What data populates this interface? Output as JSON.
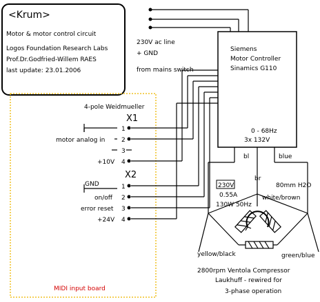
{
  "title_box": {
    "heading": "<Krum>",
    "subtitle": "Motor & motor control circuit",
    "org": "Logos Foundation Research Labs",
    "author": "Prof.Dr.Godfried-Willem RAES",
    "last_update": "last update:  23.01.2006"
  },
  "mains": {
    "line1": "230V ac line",
    "line2": "+ GND",
    "from": "from mains switch"
  },
  "controller": {
    "line1": "Siemens",
    "line2": "Motor Controller",
    "line3": "Sinamics G110",
    "out1": "0 - 68Hz",
    "out2": "3x 132V"
  },
  "midi_board": {
    "label": "MIDI input board",
    "connector_type": "4-pole  Weidmueller",
    "x1": "X1",
    "x2": "X2",
    "x1_pins": [
      {
        "label": "",
        "num": "1"
      },
      {
        "label": "motor analog in",
        "num": "2"
      },
      {
        "label": "",
        "num": "3"
      },
      {
        "label": "+10V",
        "num": "4"
      }
    ],
    "x2_pins": [
      {
        "label": "GND",
        "num": "1"
      },
      {
        "label": "on/off",
        "num": "2"
      },
      {
        "label": "error reset",
        "num": "3"
      },
      {
        "label": "+24V",
        "num": "4"
      }
    ]
  },
  "wires": {
    "bl": "bl",
    "br": "br",
    "blue": "blue"
  },
  "motor": {
    "v230": "230V",
    "amps": "0.55A",
    "power": "130W 50Hz",
    "flow": "80mm H2O",
    "white_brown": "white/brown",
    "yellow_black": "yellow/black",
    "green_blue": "green/blue",
    "desc1": "2800rpm Ventola Compressor",
    "desc2": "Laukhuff - rewired for",
    "desc3": "3-phase operation"
  },
  "colors": {
    "midi_box_border": "#f0c020",
    "midi_label": "#d40000"
  }
}
